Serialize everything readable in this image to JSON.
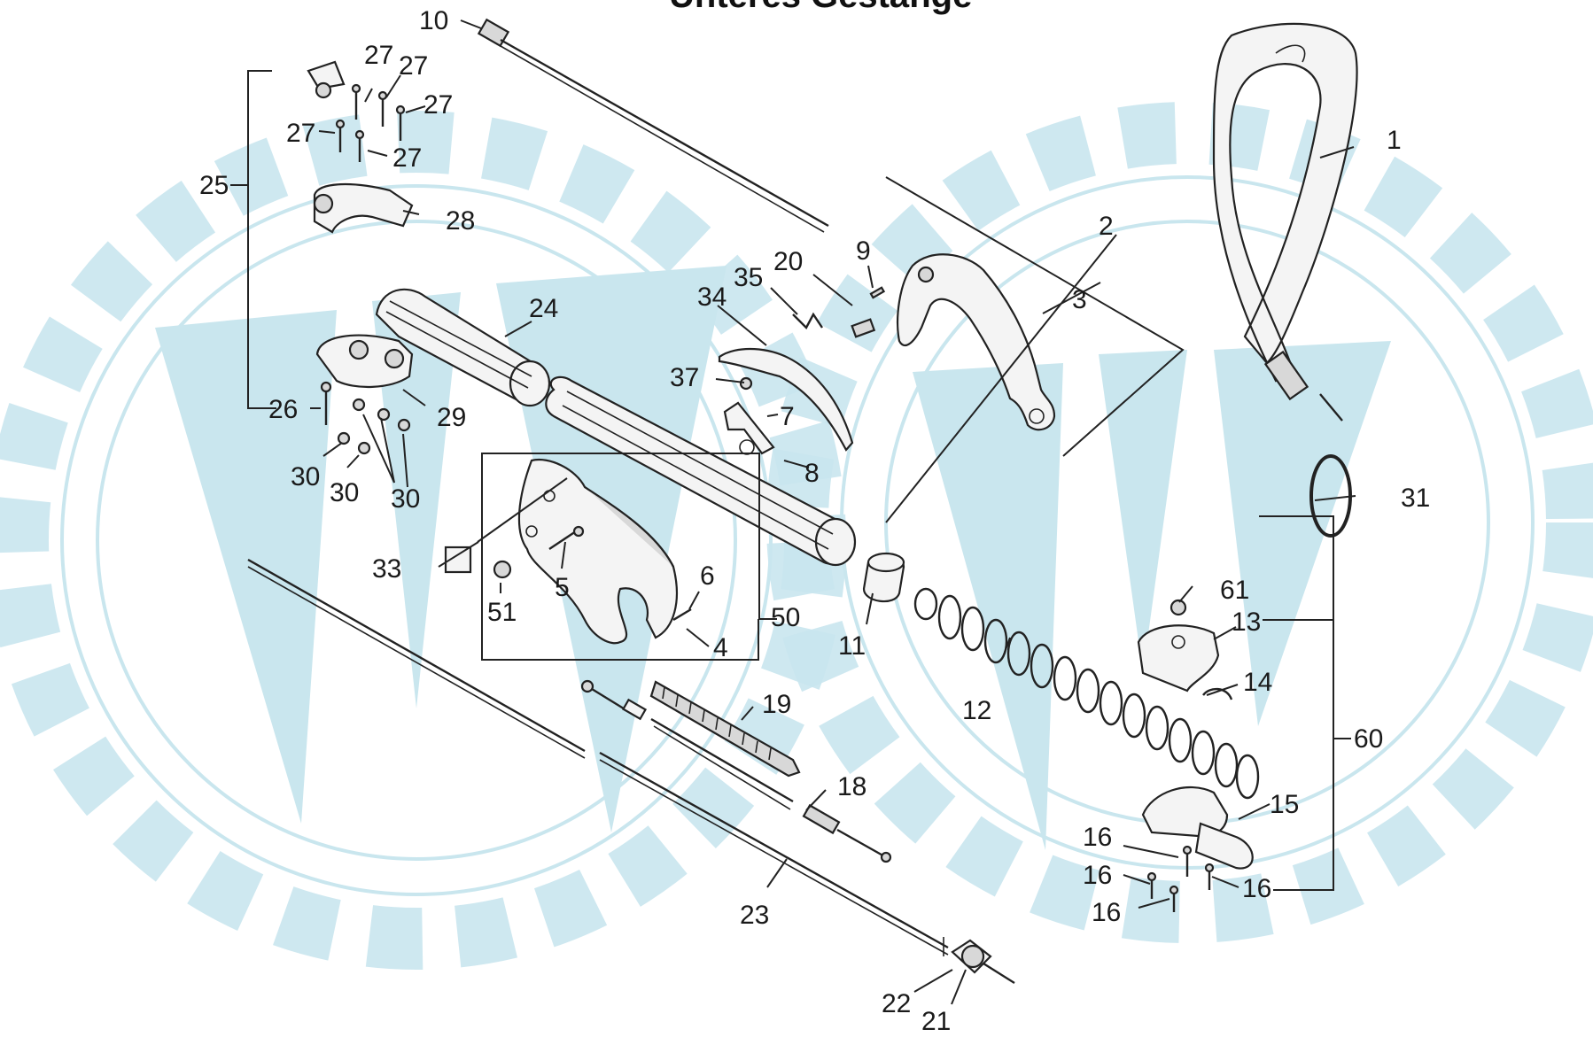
{
  "diagram": {
    "title": "Unteres Gestänge",
    "callouts": [
      {
        "id": "c1",
        "text": "1"
      },
      {
        "id": "c2",
        "text": "2"
      },
      {
        "id": "c3",
        "text": "3"
      },
      {
        "id": "c4",
        "text": "4"
      },
      {
        "id": "c5",
        "text": "5"
      },
      {
        "id": "c6",
        "text": "6"
      },
      {
        "id": "c7",
        "text": "7"
      },
      {
        "id": "c8",
        "text": "8"
      },
      {
        "id": "c9",
        "text": "9"
      },
      {
        "id": "c10",
        "text": "10"
      },
      {
        "id": "c11",
        "text": "11"
      },
      {
        "id": "c12",
        "text": "12"
      },
      {
        "id": "c13",
        "text": "13"
      },
      {
        "id": "c14",
        "text": "14"
      },
      {
        "id": "c15",
        "text": "15"
      },
      {
        "id": "c16a",
        "text": "16"
      },
      {
        "id": "c16b",
        "text": "16"
      },
      {
        "id": "c16c",
        "text": "16"
      },
      {
        "id": "c16d",
        "text": "16"
      },
      {
        "id": "c18",
        "text": "18"
      },
      {
        "id": "c19",
        "text": "19"
      },
      {
        "id": "c20",
        "text": "20"
      },
      {
        "id": "c21",
        "text": "21"
      },
      {
        "id": "c22",
        "text": "22"
      },
      {
        "id": "c23",
        "text": "23"
      },
      {
        "id": "c24",
        "text": "24"
      },
      {
        "id": "c25",
        "text": "25"
      },
      {
        "id": "c26",
        "text": "26"
      },
      {
        "id": "c27a",
        "text": "27"
      },
      {
        "id": "c27b",
        "text": "27"
      },
      {
        "id": "c27c",
        "text": "27"
      },
      {
        "id": "c27d",
        "text": "27"
      },
      {
        "id": "c27e",
        "text": "27"
      },
      {
        "id": "c28",
        "text": "28"
      },
      {
        "id": "c29",
        "text": "29"
      },
      {
        "id": "c30a",
        "text": "30"
      },
      {
        "id": "c30b",
        "text": "30"
      },
      {
        "id": "c30c",
        "text": "30"
      },
      {
        "id": "c31",
        "text": "31"
      },
      {
        "id": "c33",
        "text": "33"
      },
      {
        "id": "c34",
        "text": "34"
      },
      {
        "id": "c35",
        "text": "35"
      },
      {
        "id": "c37",
        "text": "37"
      },
      {
        "id": "c50",
        "text": "50"
      },
      {
        "id": "c51",
        "text": "51"
      },
      {
        "id": "c60",
        "text": "60"
      },
      {
        "id": "c61",
        "text": "61"
      }
    ]
  },
  "colors": {
    "watermark": "#c9e6ee",
    "line": "#222222",
    "background": "#ffffff"
  }
}
